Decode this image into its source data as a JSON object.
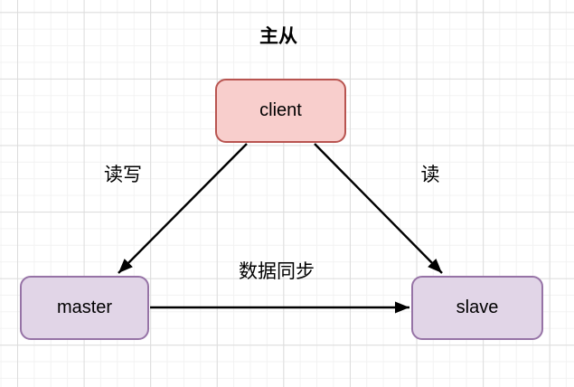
{
  "title": "主从",
  "nodes": {
    "client": {
      "label": "client",
      "fill": "#f8cecc",
      "stroke": "#b85450"
    },
    "master": {
      "label": "master",
      "fill": "#e1d5e7",
      "stroke": "#9673a6"
    },
    "slave": {
      "label": "slave",
      "fill": "#e1d5e7",
      "stroke": "#9673a6"
    }
  },
  "edges": {
    "client_to_master": {
      "from": "client",
      "to": "master",
      "label": "读写"
    },
    "client_to_slave": {
      "from": "client",
      "to": "slave",
      "label": "读"
    },
    "master_to_slave": {
      "from": "master",
      "to": "slave",
      "label": "数据同步"
    }
  },
  "canvas": {
    "background": "#ffffff",
    "grid_minor_color": "#f2f2f2",
    "grid_major_color": "#dcdcdc",
    "arrow_color": "#000000",
    "text_color": "#000000"
  }
}
